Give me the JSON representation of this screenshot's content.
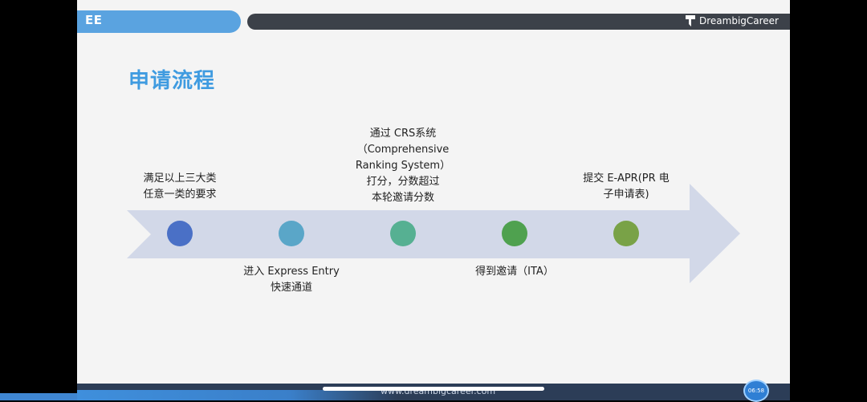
{
  "header": {
    "section_tag": "EE",
    "brand": "DreambigCareer",
    "brand_icon": "flag-logo-icon"
  },
  "page_title": "申请流程",
  "colors": {
    "accent": "#3f9be0",
    "arrow": "#d2d8e8",
    "dots": [
      "#4a70c6",
      "#5aa6c8",
      "#56b092",
      "#4fa14f",
      "#79a247"
    ]
  },
  "steps": {
    "s1": "满足以上三大类\n任意一类的要求",
    "s2": "进入 Express Entry\n快速通道",
    "s3": "通过 CRS系统\n（Comprehensive\nRanking System）\n打分，分数超过\n本轮邀请分数",
    "s4": "得到邀请（ITA）",
    "s5": "提交 E-APR(PR 电\n子申请表)"
  },
  "footer": {
    "url": "www.dreambigcareer.com",
    "time": "06:58"
  }
}
